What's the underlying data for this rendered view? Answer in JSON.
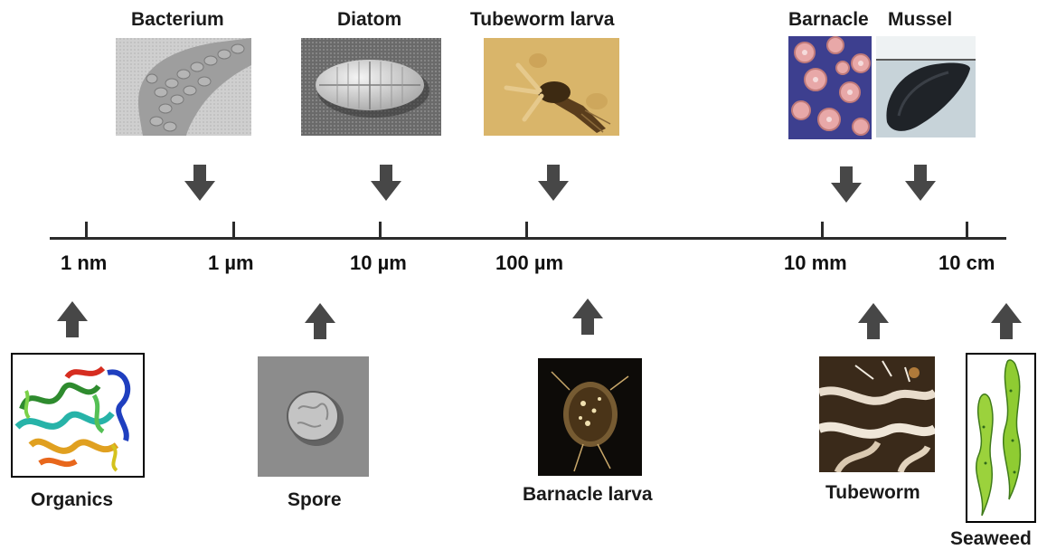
{
  "scale_axis": {
    "ticks": [
      "1 nm",
      "1 µm",
      "10 µm",
      "100 µm",
      "10 mm",
      "10 cm"
    ]
  },
  "organisms_above": {
    "bacterium": "Bacterium",
    "diatom": "Diatom",
    "tubeworm_larva": "Tubeworm larva",
    "barnacle": "Barnacle",
    "mussel": "Mussel"
  },
  "organisms_below": {
    "organics": "Organics",
    "spore": "Spore",
    "barnacle_larva": "Barnacle larva",
    "tubeworm": "Tubeworm",
    "seaweed": "Seaweed"
  },
  "colors": {
    "axis": "#2b2b2b",
    "arrow": "#474747",
    "text": "#1a1a1a"
  }
}
